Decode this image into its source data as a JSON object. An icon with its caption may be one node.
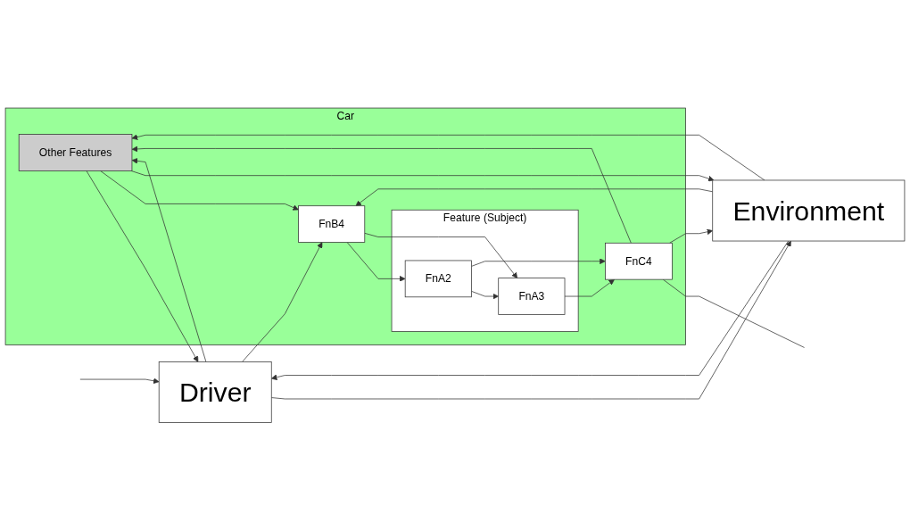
{
  "diagram": {
    "nodes": [
      {
        "text": [
          "Car"
        ]
      },
      {
        "text": [
          "Other Features"
        ],
        "in": 0
      },
      {
        "text": [
          "Feature (Subject)"
        ],
        "in": 0
      },
      {
        "text": [
          "FnB4"
        ],
        "in": 0
      },
      {
        "text": [
          "FnA2"
        ],
        "in": 2
      },
      {
        "text": [
          "FnA3"
        ],
        "in": 2
      },
      {
        "text": [
          "FnC4"
        ],
        "in": 0
      },
      {
        "text": [
          "Driver"
        ]
      },
      {
        "text": [
          "Environment"
        ]
      }
    ],
    "edges": [
      {
        "from": 1,
        "to": 7,
        "arrow": "to"
      },
      {
        "from": 7,
        "to": 1,
        "arrow": "to"
      },
      {
        "from": 1,
        "to": 3,
        "arrow": "to"
      },
      {
        "from": 6,
        "to": 1,
        "arrow": "to"
      },
      {
        "from": 8,
        "to": 1,
        "arrow": "to"
      },
      {
        "from": 1,
        "to": 8,
        "arrow": "to"
      },
      {
        "from": 7,
        "to": 3,
        "arrow": "to"
      },
      {
        "from": 8,
        "to": 3,
        "arrow": "to"
      },
      {
        "from": 3,
        "to": 4,
        "arrow": "to"
      },
      {
        "from": 3,
        "to": 5,
        "arrow": "to"
      },
      {
        "from": 4,
        "to": 5,
        "arrow": "to"
      },
      {
        "from": 4,
        "to": 6,
        "arrow": "to"
      },
      {
        "from": 5,
        "to": 6,
        "arrow": "to"
      },
      {
        "from": 6,
        "to": null,
        "arrow": "none"
      },
      {
        "from": 6,
        "to": 8,
        "arrow": "to"
      },
      {
        "from": null,
        "to": 7,
        "arrow": "to"
      },
      {
        "from": 7,
        "to": 8,
        "arrow": "to"
      },
      {
        "from": 8,
        "to": 7,
        "arrow": "to"
      }
    ]
  }
}
